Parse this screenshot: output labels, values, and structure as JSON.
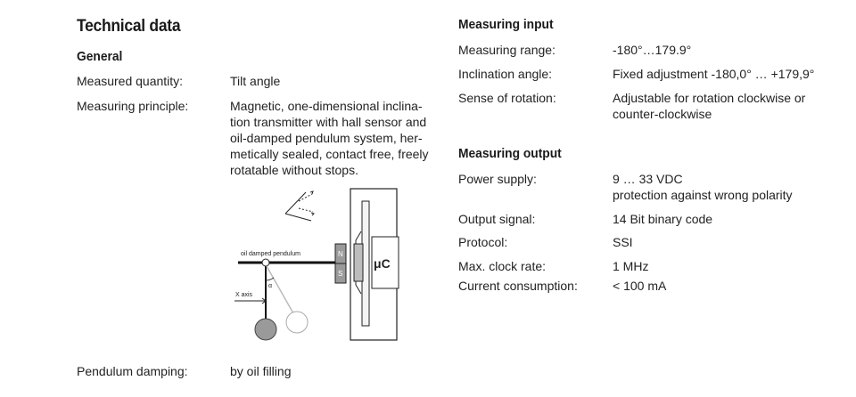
{
  "left": {
    "title": "Technical data",
    "section": "General",
    "rows": [
      {
        "label": "Measured quantity:",
        "value": "Tilt angle"
      },
      {
        "label": "Measuring principle:",
        "value": "Magnetic, one-dimensional inclina-\ntion transmitter with hall sensor and\noil-damped pendulum system, her-\nmetically sealed, contact free, freely\nrotatable without stops."
      },
      {
        "label": "Pendulum damping:",
        "value": "by oil filling"
      }
    ],
    "diagram": {
      "pendulum_label": "oil damped pendulum",
      "axis_label": "X axis",
      "alpha": "α",
      "n": "N",
      "s": "S",
      "chip": "μC"
    }
  },
  "right": {
    "input_title": "Measuring input",
    "input_rows": [
      {
        "label": "Measuring range:",
        "value": "-180°…179.9°"
      },
      {
        "label": "Inclination angle:",
        "value": "Fixed adjustment -180,0° … +179,9°"
      },
      {
        "label": "Sense of rotation:",
        "value": "Adjustable for rotation clockwise or\ncounter-clockwise"
      }
    ],
    "output_title": "Measuring output",
    "output_rows": [
      {
        "label": "Power supply:",
        "value": "9 … 33 VDC\nprotection against wrong polarity"
      },
      {
        "label": "Output signal:",
        "value": "14 Bit binary code"
      },
      {
        "label": "Protocol:",
        "value": "SSI"
      },
      {
        "label": "Max. clock rate:",
        "value": "1 MHz"
      },
      {
        "label": "Current consumption:",
        "value": "< 100 mA"
      }
    ]
  }
}
